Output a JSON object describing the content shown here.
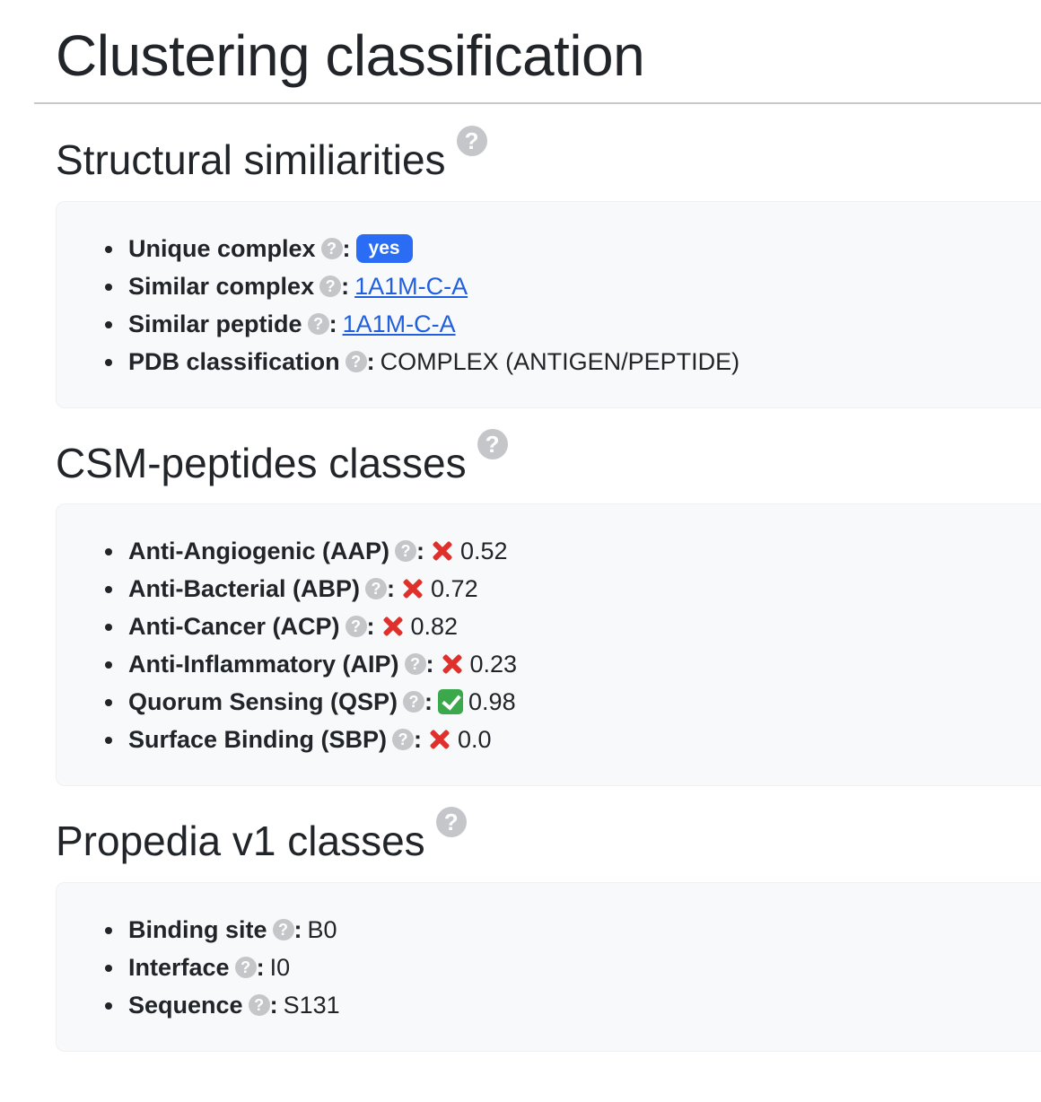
{
  "page": {
    "title": "Clustering classification"
  },
  "help_glyph": "?",
  "colon": ":",
  "structural": {
    "heading": "Structural similiarities",
    "items": [
      {
        "label": "Unique complex",
        "value": "yes"
      },
      {
        "label": "Similar complex",
        "value": "1A1M-C-A"
      },
      {
        "label": "Similar peptide",
        "value": "1A1M-C-A"
      },
      {
        "label": "PDB classification",
        "value": "COMPLEX (ANTIGEN/PEPTIDE)"
      }
    ]
  },
  "csm": {
    "heading": "CSM-peptides classes",
    "items": [
      {
        "label": "Anti-Angiogenic (AAP)",
        "status": "cross-icon",
        "value": "0.52"
      },
      {
        "label": "Anti-Bacterial (ABP)",
        "status": "cross-icon",
        "value": "0.72"
      },
      {
        "label": "Anti-Cancer (ACP)",
        "status": "cross-icon",
        "value": "0.82"
      },
      {
        "label": "Anti-Inflammatory (AIP)",
        "status": "cross-icon",
        "value": "0.23"
      },
      {
        "label": "Quorum Sensing (QSP)",
        "status": "check-icon",
        "value": "0.98"
      },
      {
        "label": "Surface Binding (SBP)",
        "status": "cross-icon",
        "value": "0.0"
      }
    ]
  },
  "propedia": {
    "heading": "Propedia v1 classes",
    "items": [
      {
        "label": "Binding site",
        "value": "B0"
      },
      {
        "label": "Interface",
        "value": "I0"
      },
      {
        "label": "Sequence",
        "value": "S131"
      }
    ]
  },
  "colors": {
    "badge": "#2a6df4",
    "link": "#1f5fe0",
    "cross": "#e0302b",
    "check": "#3aa84b",
    "help": "#c4c6c9",
    "card": "#f8f9fa"
  }
}
